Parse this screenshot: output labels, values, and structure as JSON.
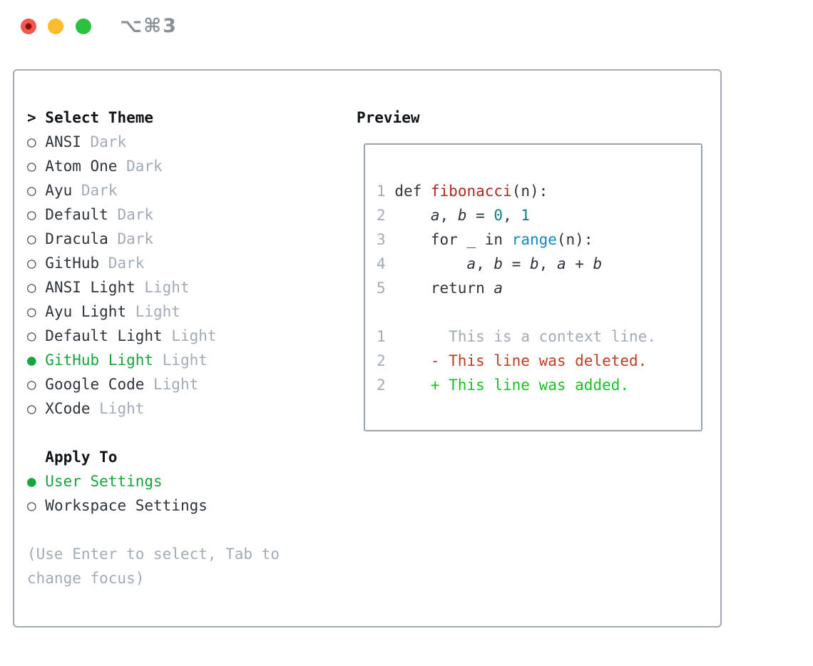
{
  "window": {
    "title": "⌥⌘3",
    "traffic_lights": [
      {
        "name": "close",
        "color": "#f4574e",
        "dot": "#8c1009"
      },
      {
        "name": "minimize",
        "color": "#fdbc2e",
        "dot": null
      },
      {
        "name": "zoom",
        "color": "#29c13e",
        "dot": null
      }
    ]
  },
  "colors": {
    "ink": "#2e343b",
    "header": "#101418",
    "muted": "#a2abb6",
    "lineno": "#a2abb6",
    "bullet": "#454c54",
    "selected_green": "#13a73d",
    "added_green": "#16c221",
    "deleted_red": "#c43a23",
    "function_red": "#ab2a1e",
    "call_blue": "#0f89c4",
    "number_teal": "#0e7f87",
    "panel_border": "#a3aab4",
    "titlebar_gray": "#8a9097",
    "window_bg": "#ffffff"
  },
  "theme_picker": {
    "header": {
      "marker": ">",
      "label": "Select Theme"
    },
    "items": [
      {
        "marker": "○",
        "name": "ANSI",
        "variant": "Dark",
        "selected": false
      },
      {
        "marker": "○",
        "name": "Atom One",
        "variant": "Dark",
        "selected": false
      },
      {
        "marker": "○",
        "name": "Ayu",
        "variant": "Dark",
        "selected": false
      },
      {
        "marker": "○",
        "name": "Default",
        "variant": "Dark",
        "selected": false
      },
      {
        "marker": "○",
        "name": "Dracula",
        "variant": "Dark",
        "selected": false
      },
      {
        "marker": "○",
        "name": "GitHub",
        "variant": "Dark",
        "selected": false
      },
      {
        "marker": "○",
        "name": "ANSI Light",
        "variant": "Light",
        "selected": false
      },
      {
        "marker": "○",
        "name": "Ayu Light",
        "variant": "Light",
        "selected": false
      },
      {
        "marker": "○",
        "name": "Default Light",
        "variant": "Light",
        "selected": false
      },
      {
        "marker": "●",
        "name": "GitHub Light",
        "variant": "Light",
        "selected": true
      },
      {
        "marker": "○",
        "name": "Google Code",
        "variant": "Light",
        "selected": false
      },
      {
        "marker": "○",
        "name": "XCode",
        "variant": "Light",
        "selected": false
      }
    ],
    "apply_to": {
      "label": "Apply To",
      "options": [
        {
          "marker": "●",
          "name": "User Settings",
          "selected": true
        },
        {
          "marker": "○",
          "name": "Workspace Settings",
          "selected": false
        }
      ]
    },
    "hint_lines": [
      "(Use Enter to select, Tab to",
      "change focus)"
    ]
  },
  "preview": {
    "label": "Preview",
    "code_lines": [
      [
        {
          "t": "1",
          "c": "lineno"
        },
        {
          "t": " "
        },
        {
          "t": "def "
        },
        {
          "t": "fibonacci",
          "c": "func"
        },
        {
          "t": "(n):"
        }
      ],
      [
        {
          "t": "2",
          "c": "lineno"
        },
        {
          "t": "     "
        },
        {
          "t": "a",
          "i": 1
        },
        {
          "t": ", "
        },
        {
          "t": "b",
          "i": 1
        },
        {
          "t": " = "
        },
        {
          "t": "0",
          "c": "num"
        },
        {
          "t": ", "
        },
        {
          "t": "1",
          "c": "num"
        }
      ],
      [
        {
          "t": "3",
          "c": "lineno"
        },
        {
          "t": "     "
        },
        {
          "t": "for _ in "
        },
        {
          "t": "range",
          "c": "call"
        },
        {
          "t": "(n):"
        }
      ],
      [
        {
          "t": "4",
          "c": "lineno"
        },
        {
          "t": "         "
        },
        {
          "t": "a",
          "i": 1
        },
        {
          "t": ", "
        },
        {
          "t": "b",
          "i": 1
        },
        {
          "t": " = "
        },
        {
          "t": "b",
          "i": 1
        },
        {
          "t": ", "
        },
        {
          "t": "a",
          "i": 1
        },
        {
          "t": " + "
        },
        {
          "t": "b",
          "i": 1
        }
      ],
      [
        {
          "t": "5",
          "c": "lineno"
        },
        {
          "t": "     "
        },
        {
          "t": "return "
        },
        {
          "t": "a",
          "i": 1
        }
      ],
      [],
      [
        {
          "t": "1",
          "c": "lineno"
        },
        {
          "t": "       "
        },
        {
          "t": "This is a context line.",
          "c": "muted"
        }
      ],
      [
        {
          "t": "2",
          "c": "lineno"
        },
        {
          "t": "     "
        },
        {
          "t": "- This line was deleted.",
          "c": "del"
        }
      ],
      [
        {
          "t": "2",
          "c": "lineno"
        },
        {
          "t": "     "
        },
        {
          "t": "+ This line was added.",
          "c": "add"
        }
      ]
    ]
  }
}
